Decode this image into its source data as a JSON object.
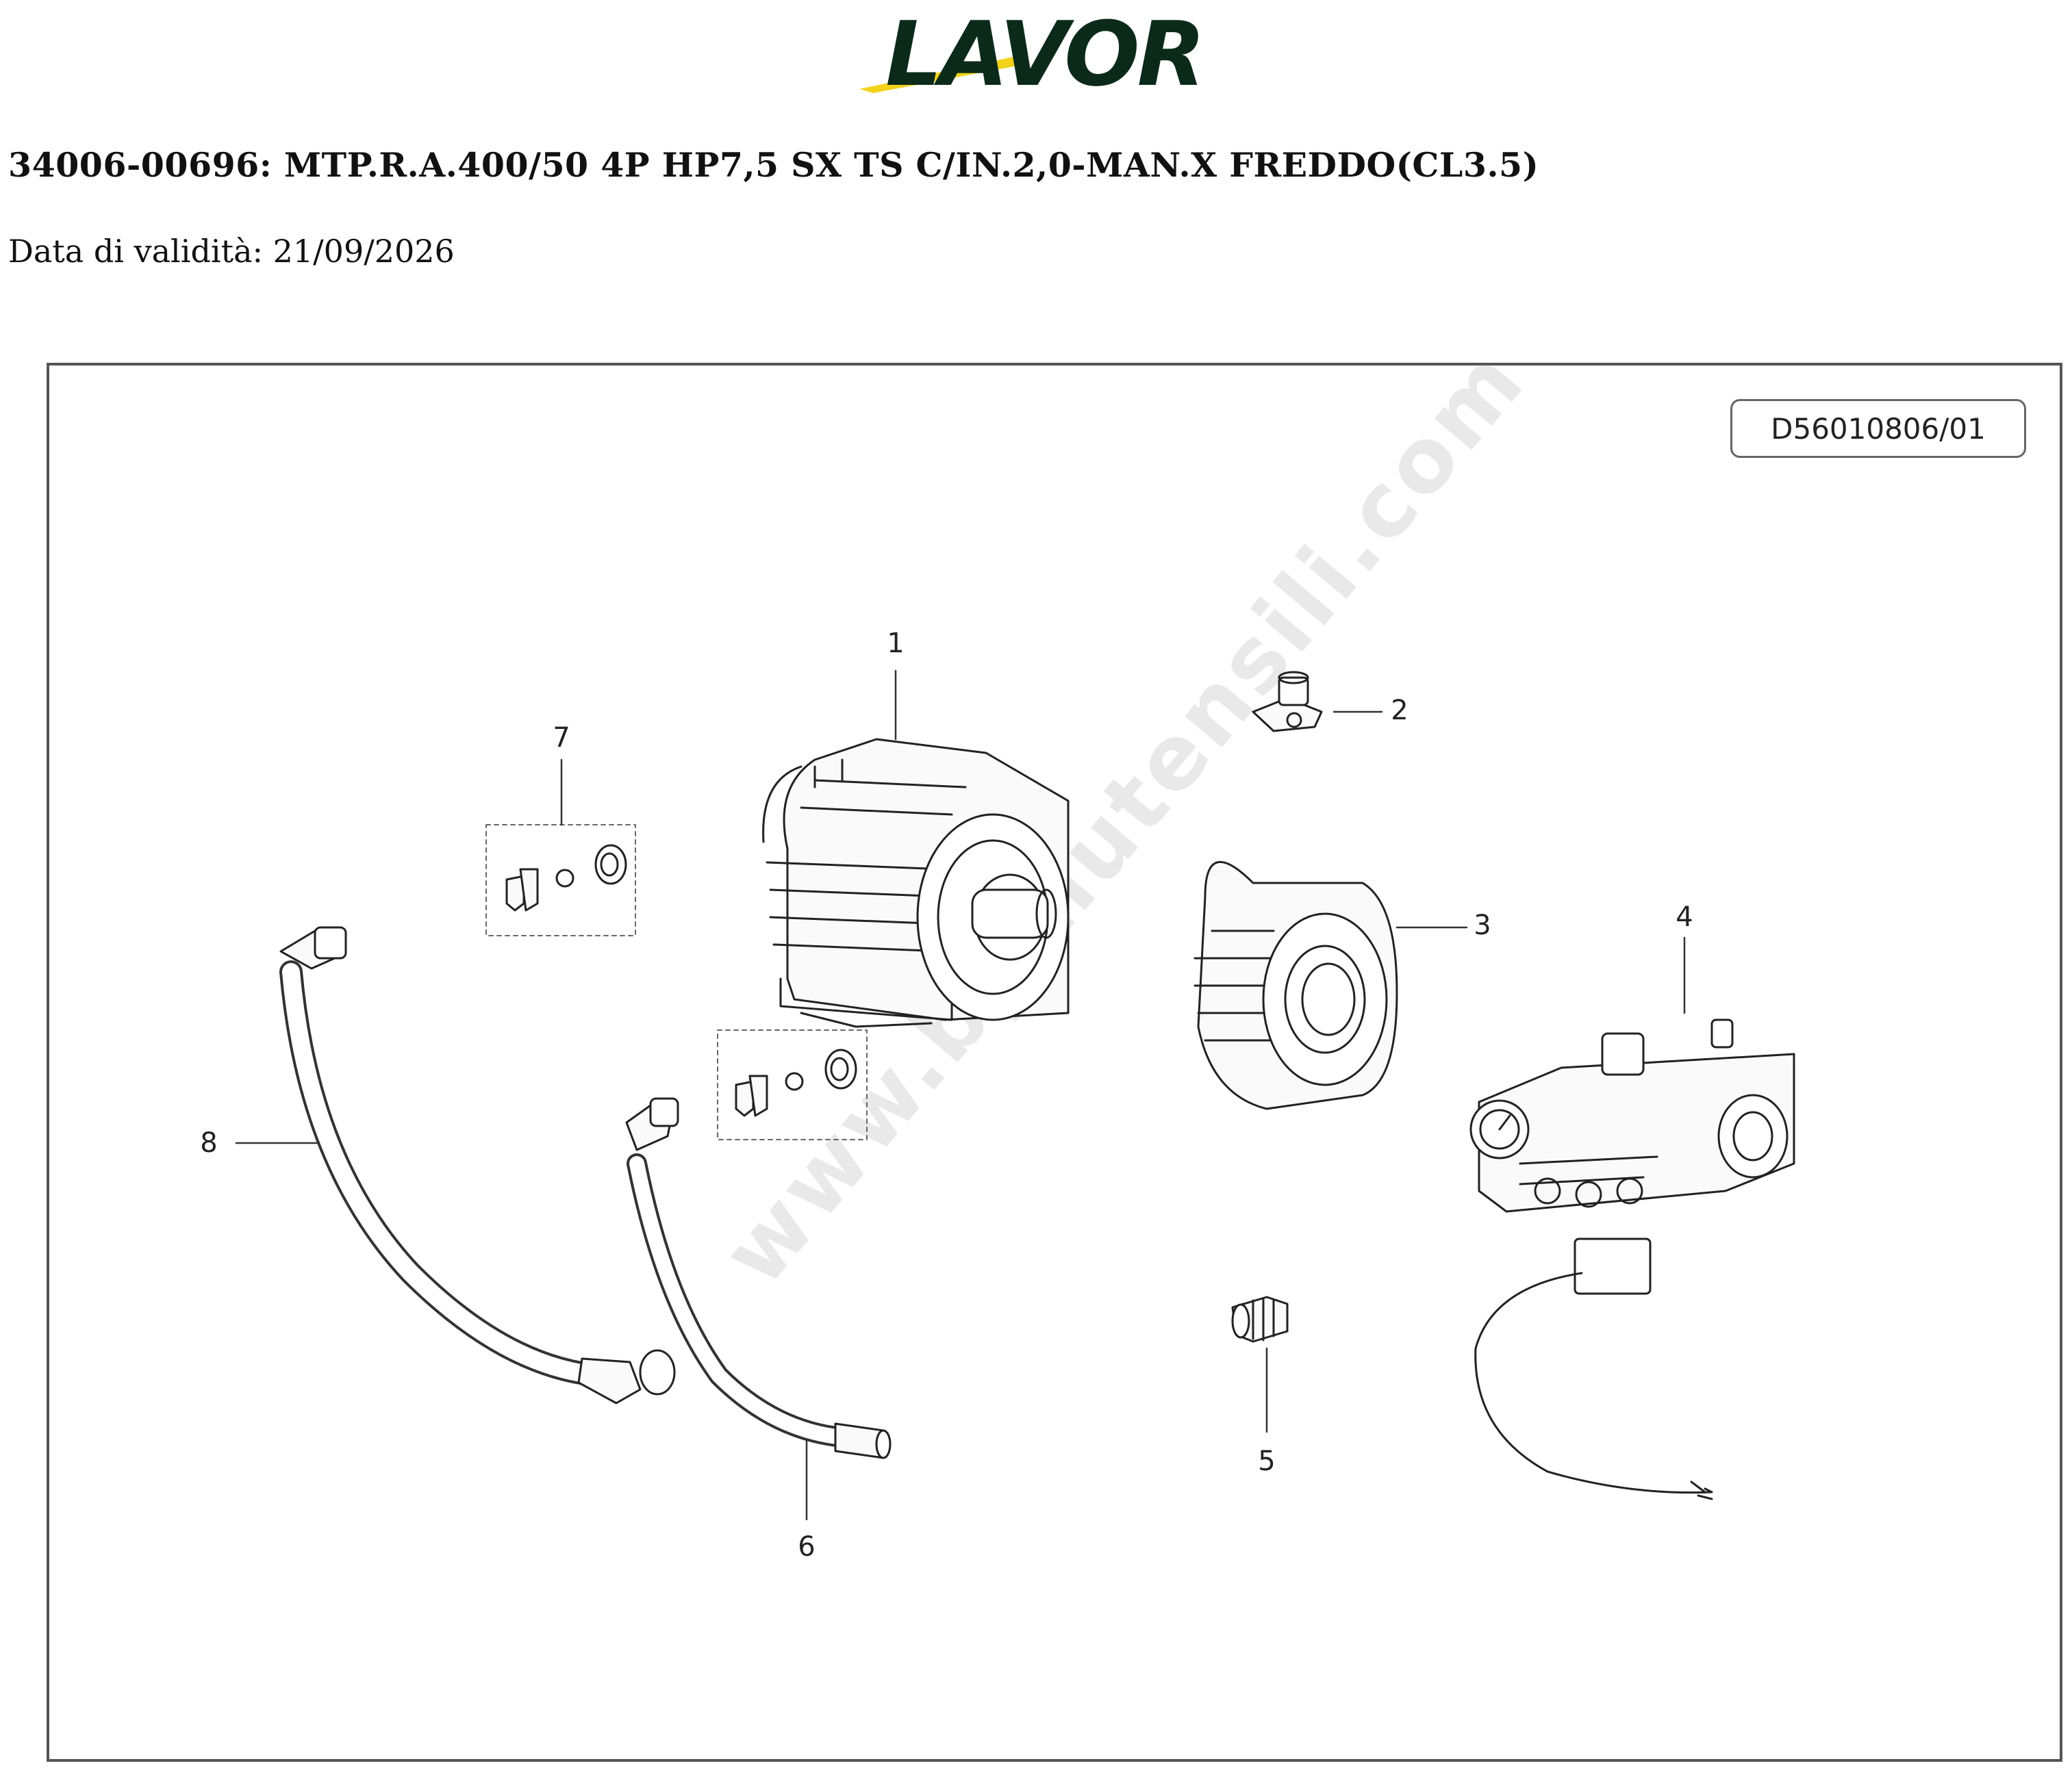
{
  "brand": {
    "name": "LAVOR",
    "text_color": "#0c2a1a",
    "swoosh_color": "#f2d21b"
  },
  "document": {
    "title": "34006-00696: MTP.R.A.400/50 4P HP7,5 SX TS C/IN.2,0-MAN.X FREDDO(CL3.5)",
    "validity": "Data di validità: 21/09/2026"
  },
  "diagram": {
    "drawing_code": "D56010806/01",
    "watermark": "www.bpmutensili.com",
    "parts": [
      {
        "number": "1",
        "description": "motor-housing"
      },
      {
        "number": "2",
        "description": "fitting"
      },
      {
        "number": "3",
        "description": "motor-flange"
      },
      {
        "number": "4",
        "description": "pump-head"
      },
      {
        "number": "5",
        "description": "threaded-nipple"
      },
      {
        "number": "6",
        "description": "short-hose"
      },
      {
        "number": "7",
        "description": "clip-kit"
      },
      {
        "number": "8",
        "description": "long-hose"
      }
    ]
  }
}
